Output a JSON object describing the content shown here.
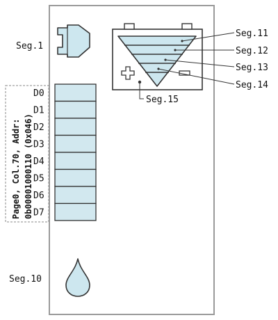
{
  "segments": {
    "seg1": "Seg.1",
    "seg10": "Seg.10",
    "seg11": "Seg.11",
    "seg12": "Seg.12",
    "seg13": "Seg.13",
    "seg14": "Seg.14",
    "seg15": "Seg.15"
  },
  "data_bits": [
    "D0",
    "D1",
    "D2",
    "D3",
    "D4",
    "D5",
    "D6",
    "D7"
  ],
  "address_label": {
    "line1": "Page0, Col.70, Addr:",
    "line2": "0b00001000110 (0x046)"
  },
  "colors": {
    "frame": "#9a9a9a",
    "icon_fill": "#cde7ef",
    "stroke": "#333333",
    "cell_fill": "#d2e8ef",
    "dashed_box": "#8a8a8a"
  }
}
